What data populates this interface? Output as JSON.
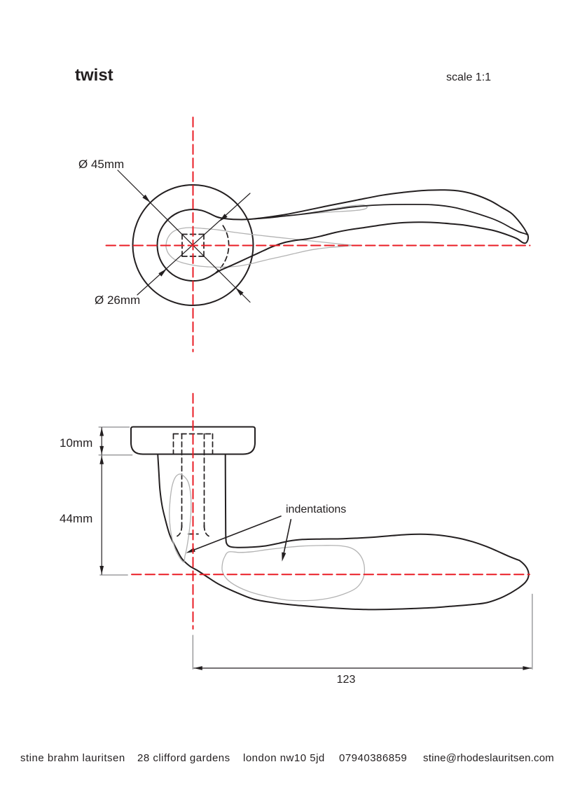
{
  "document": {
    "type": "technical-drawing",
    "title": "twist",
    "scale_label": "scale 1:1"
  },
  "colors": {
    "line_black": "#231f20",
    "line_gray": "#b3b3b3",
    "centerline_red": "#ea1d25",
    "background": "#ffffff"
  },
  "top_view": {
    "name": "plan view of lever handle on round rose",
    "outer_diameter_label": "Ø 45mm",
    "inner_diameter_label": "Ø 26mm",
    "outer_diameter_mm": 45,
    "inner_diameter_mm": 26
  },
  "side_view": {
    "name": "side elevation of lever handle",
    "rose_thickness_label": "10mm",
    "height_label": "44mm",
    "length_label": "123",
    "annotation": "indentations"
  },
  "footer": {
    "items": [
      "stine brahm lauritsen",
      "28 clifford gardens",
      "london nw10 5jd",
      "07940386859",
      "stine@rhodeslauritsen.com"
    ]
  }
}
